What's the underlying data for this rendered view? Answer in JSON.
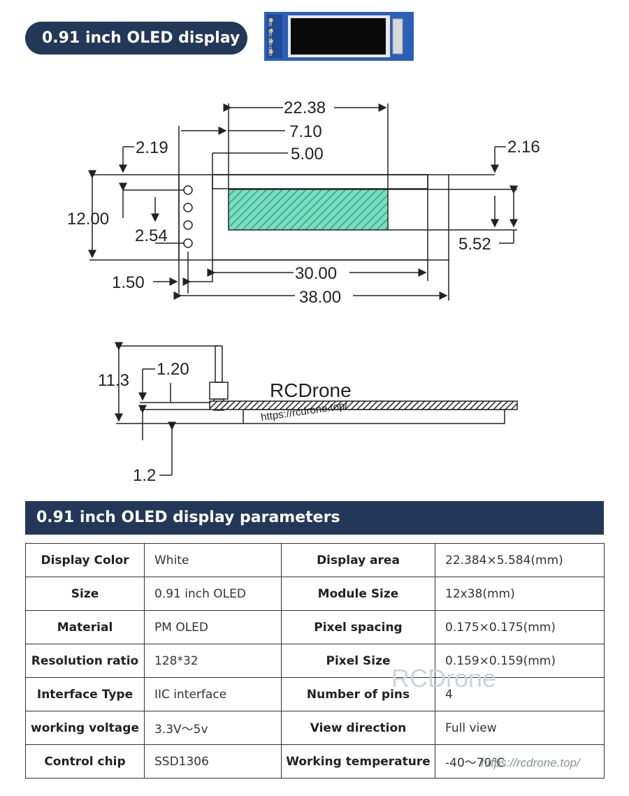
{
  "header": {
    "title": "0.91 inch OLED display"
  },
  "module_photo": {
    "pin_labels": [
      "GND",
      "VCC",
      "SCL",
      "SDA"
    ]
  },
  "drawing": {
    "dims": {
      "width_active": "22.38",
      "offset_710": "7.10",
      "offset_500": "5.00",
      "left_219": "2.19",
      "right_216": "2.16",
      "height_12": "12.00",
      "pitch_254": "2.54",
      "height_552": "5.52",
      "left_150": "1.50",
      "glass_30": "30.00",
      "board_38": "38.00",
      "side_113": "11.3",
      "side_120": "1.20",
      "side_12": "1.2"
    },
    "watermark_name": "RCDrone",
    "watermark_url": "https://rcdrone.top/"
  },
  "section": {
    "title": "0.91 inch OLED display parameters"
  },
  "params": [
    {
      "l1": "Display Color",
      "v1": "White",
      "l2": "Display area",
      "v2": "22.384×5.584(mm)"
    },
    {
      "l1": "Size",
      "v1": "0.91 inch OLED",
      "l2": "Module Size",
      "v2": "12x38(mm)"
    },
    {
      "l1": "Material",
      "v1": "PM OLED",
      "l2": "Pixel spacing",
      "v2": "0.175×0.175(mm)"
    },
    {
      "l1": "Resolution ratio",
      "v1": "128*32",
      "l2": "Pixel Size",
      "v2": "0.159×0.159(mm)"
    },
    {
      "l1": "Interface Type",
      "v1": "IIC interface",
      "l2": "Number of pins",
      "v2": "4"
    },
    {
      "l1": "working voltage",
      "v1": "3.3V～5v",
      "l2": "View direction",
      "v2": "Full view"
    },
    {
      "l1": "Control chip",
      "v1": "SSD1306",
      "l2": "Working temperature",
      "v2": "-40～70℃"
    }
  ],
  "table_watermark": {
    "name": "RCDrone",
    "url": "https://rcdrone.top/"
  },
  "colors": {
    "navy": "#233858",
    "hatch": "#35c49a",
    "board_blue": "#2c5fb8"
  }
}
